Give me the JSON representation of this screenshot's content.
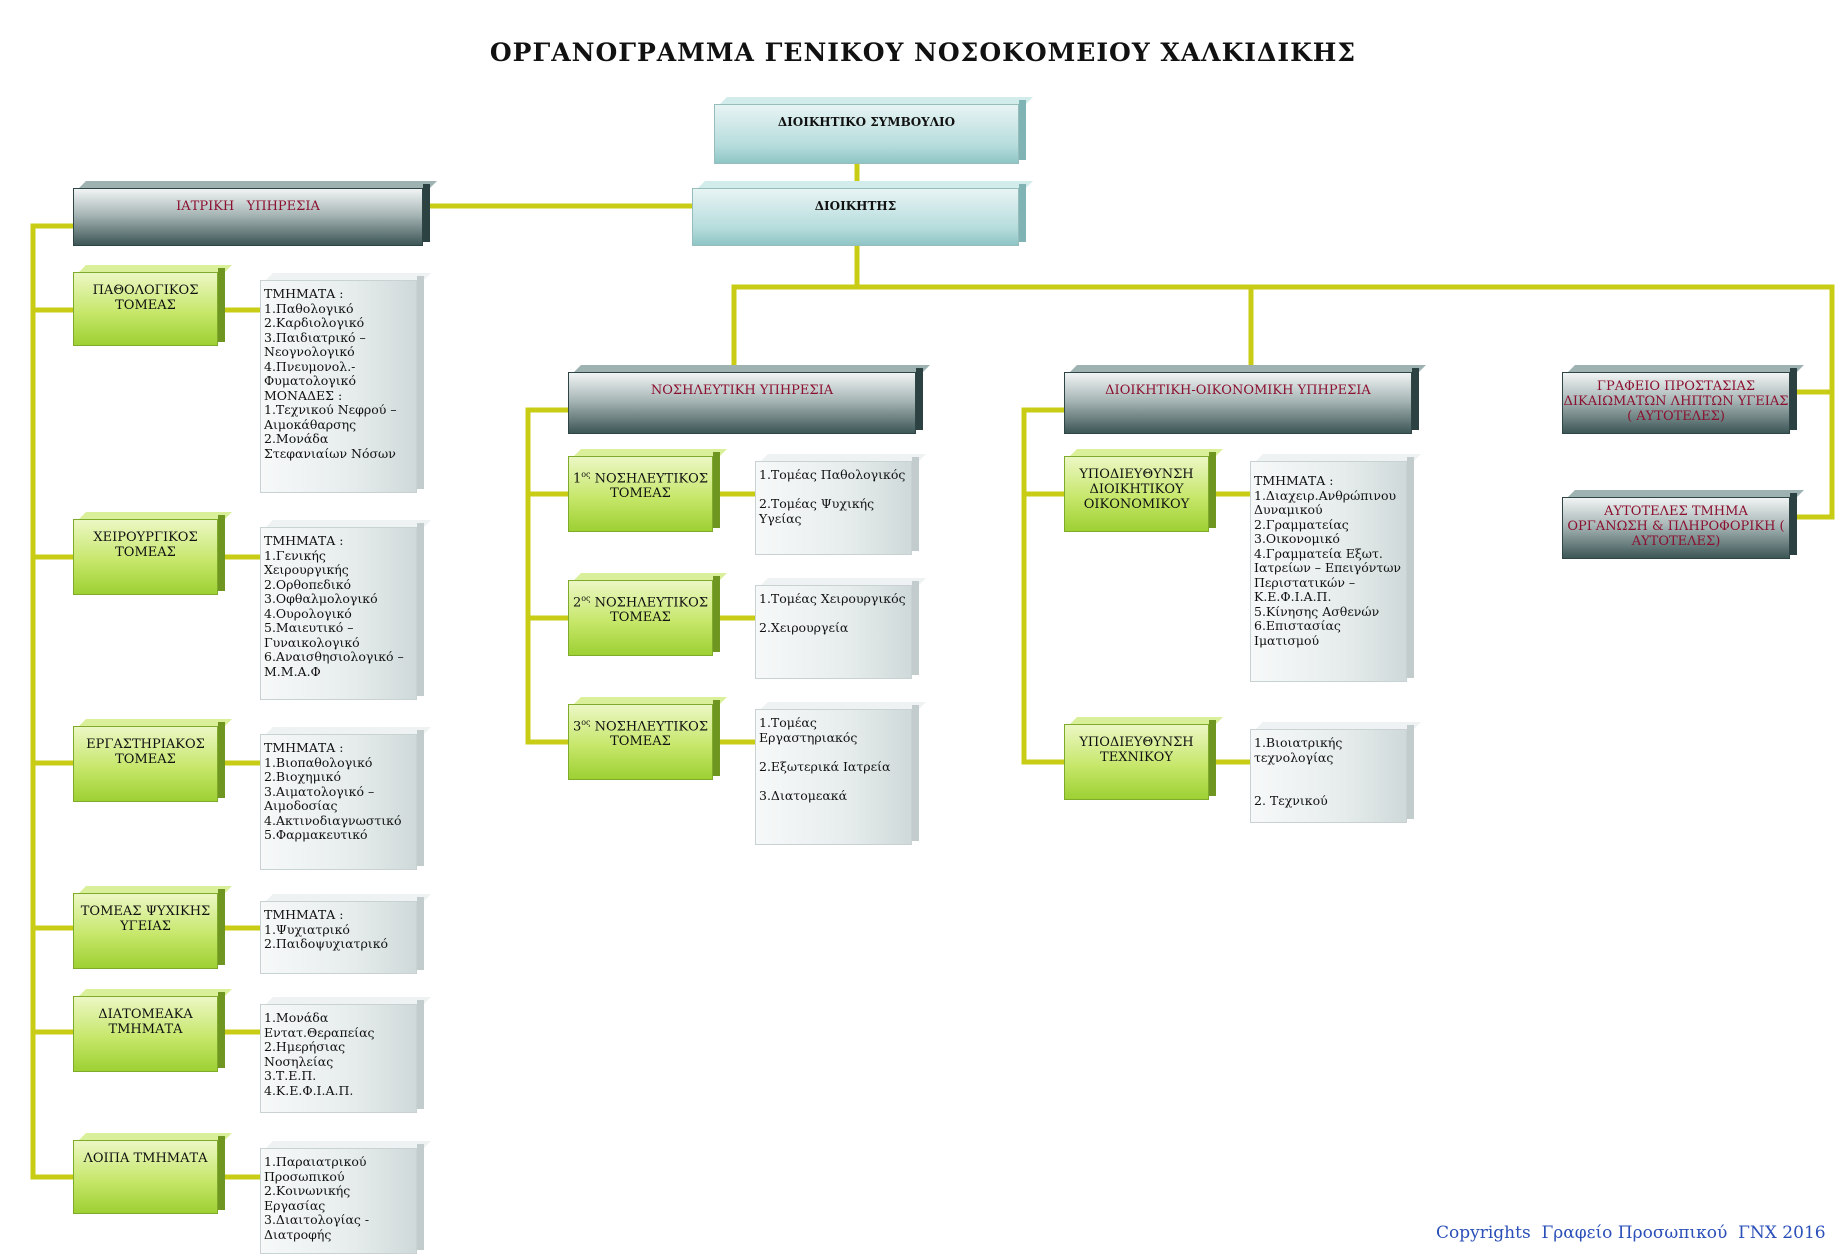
{
  "title": "ΟΡΓΑΝΟΓΡΑΜΜΑ ΓΕΝΙΚΟΥ ΝΟΣΟΚΟΜΕΙΟΥ ΧΑΛΚΙΔΙΚΗΣ",
  "board": "ΔΙΟΙΚΗΤΙΚΟ ΣΥΜΒΟΥΛΙΟ",
  "director": "ΔΙΟΙΚΗΤΗΣ",
  "medical": {
    "header": "ΙΑΤΡΙΚΗ   ΥΠΗΡΕΣΙΑ",
    "sectors": [
      {
        "name": "ΠΑΘΟΛΟΓΙΚΟΣ ΤΟΜΕΑΣ",
        "details": "ΤΜΗΜΑΤΑ :\n1.Παθολογικό\n2.Καρδιολογικό\n3.Παιδιατρικό –\nΝεογνολογικό\n4.Πνευμονολ.-\nΦυματολογικό\nΜΟΝΑΔΕΣ :\n1.Τεχνικού Νεφρού –\nΑιμοκάθαρσης\n2.Μονάδα\nΣτεφανιαίων Νόσων"
      },
      {
        "name": "ΧΕΙΡΟΥΡΓΙΚΟΣ ΤΟΜΕΑΣ",
        "details": "ΤΜΗΜΑΤΑ :\n1.Γενικής\nΧειρουργικής\n2.Ορθοπεδικό\n3.Οφθαλμολογικό\n4.Ουρολογικό\n5.Μαιευτικό –\nΓυναικολογικό\n6.Αναισθησιολογικό –\nΜ.Μ.Α.Φ"
      },
      {
        "name": "ΕΡΓΑΣΤΗΡΙΑΚΟΣ ΤΟΜΕΑΣ",
        "details": "ΤΜΗΜΑΤΑ :\n1.Βιοπαθολογικό\n2.Βιοχημικό\n3.Αιματολογικό –\nΑιμοδοσίας\n4.Ακτινοδιαγνωστικό\n5.Φαρμακευτικό"
      },
      {
        "name": "ΤΟΜΕΑΣ ΨΥΧΙΚΗΣ ΥΓΕΙΑΣ",
        "details": "ΤΜΗΜΑΤΑ :\n1.Ψυχιατρικό\n2.Παιδοψυχιατρικό"
      },
      {
        "name": "ΔΙΑΤΟΜΕΑΚΑ ΤΜΗΜΑΤΑ",
        "details": "1.Μονάδα\nΕντατ.Θεραπείας\n2.Ημερήσιας\nΝοσηλείας\n3.Τ.Ε.Π.\n4.Κ.Ε.Φ.Ι.Α.Π."
      },
      {
        "name": "ΛΟΙΠΑ ΤΜΗΜΑΤΑ",
        "details": "1.Παραιατρικού\nΠροσωπικού\n2.Κοινωνικής\nΕργασίας\n3.Διαιτολογίας -\nΔιατροφής"
      }
    ]
  },
  "nursing": {
    "header": "ΝΟΣΗΛΕΥΤΙΚΗ ΥΠΗΡΕΣΙΑ",
    "sectors": [
      {
        "num": "1",
        "sup": "ος",
        "name": " ΝΟΣΗΛΕΥΤΙΚΟΣ ΤΟΜΕΑΣ",
        "details": "1.Τομέας Παθολογικός\n\n2.Τομέας Ψυχικής\nΥγείας"
      },
      {
        "num": "2",
        "sup": "ος",
        "name": " ΝΟΣΗΛΕΥΤΙΚΟΣ ΤΟΜΕΑΣ",
        "details": "1.Τομέας Χειρουργικός\n\n2.Χειρουργεία"
      },
      {
        "num": "3",
        "sup": "ος",
        "name": " ΝΟΣΗΛΕΥΤΙΚΟΣ ΤΟΜΕΑΣ",
        "details": "1.Τομέας\nΕργαστηριακός\n\n2.Εξωτερικά Ιατρεία\n\n3.Διατομεακά"
      }
    ]
  },
  "admin": {
    "header": "ΔΙΟΙΚΗΤΙΚΗ-ΟΙΚΟΝΟΜΙΚΗ ΥΠΗΡΕΣΙΑ",
    "sectors": [
      {
        "name": "ΥΠΟΔΙΕΥΘΥΝΣΗ ΔΙΟΙΚΗΤΙΚΟΥ ΟΙΚΟΝΟΜΙΚΟΥ",
        "details": "ΤΜΗΜΑΤΑ :\n1.Διαχειρ.Ανθρώπινου\nΔυναμικού\n2.Γραμματείας\n3.Οικονομικό\n4.Γραμματεία Εξωτ.\nΙατρείων – Επειγόντων\nΠεριστατικών –\nΚ.Ε.Φ.Ι.Α.Π.\n5.Κίνησης Ασθενών\n6.Επιστασίας\nΙματισμού"
      },
      {
        "name": "ΥΠΟΔΙΕΥΘΥΝΣΗ ΤΕΧΝΙΚΟΥ",
        "details": "1.Βιοιατρικής\nτεχνολογίας\n\n\n2. Τεχνικού"
      }
    ]
  },
  "independent": [
    {
      "name": "ΓΡΑΦΕΙΟ ΠΡΟΣΤΑΣΙΑΣ ΔΙΚΑΙΩΜΑΤΩΝ ΛΗΠΤΩΝ ΥΓΕΙΑΣ ( ΑΥΤΟΤΕΛΕΣ)"
    },
    {
      "name": "ΑΥΤΟΤΕΛΕΣ ΤΜΗΜΑ ΟΡΓΑΝΩΣΗ & ΠΛΗΡΟΦΟΡΙΚΗ ( ΑΥΤΟΤΕΛΕΣ)"
    }
  ],
  "copyright": "Copyrights  Γραφείο Προσωπικού  ΓΝΧ 2016",
  "colors": {
    "connector": "#c8cc14",
    "header_text": "#8b1030",
    "copyright": "#2a4fb8"
  }
}
